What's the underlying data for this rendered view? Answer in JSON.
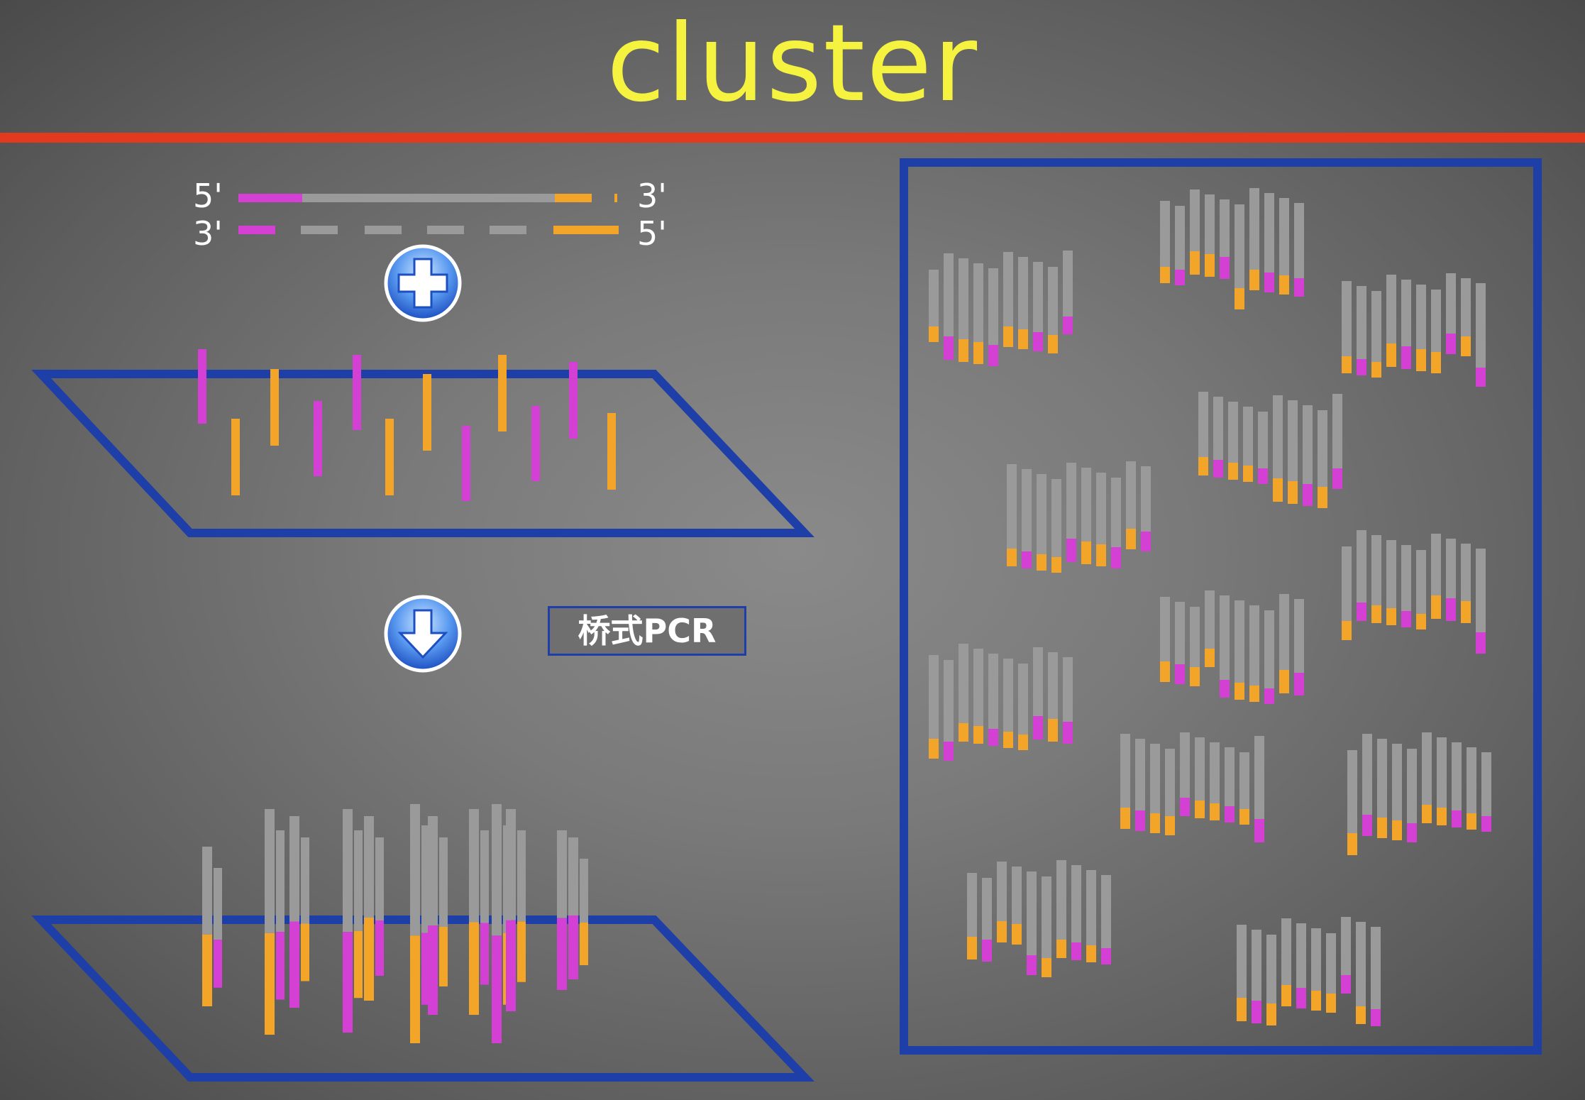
{
  "title": "cluster",
  "strands": {
    "top_left_end": "5'",
    "top_right_end": "3'",
    "bottom_left_end": "3'",
    "bottom_right_end": "5'"
  },
  "step_label": "桥式PCR",
  "icons": {
    "plus": "plus-circle-icon",
    "arrow": "arrow-down-circle-icon"
  },
  "colors": {
    "title": "#f5f240",
    "divider": "#e23a1e",
    "frame": "#1e3ea8",
    "magenta": "#d43fd4",
    "orange": "#f2a528",
    "strand_gray": "#9a9a9a"
  }
}
